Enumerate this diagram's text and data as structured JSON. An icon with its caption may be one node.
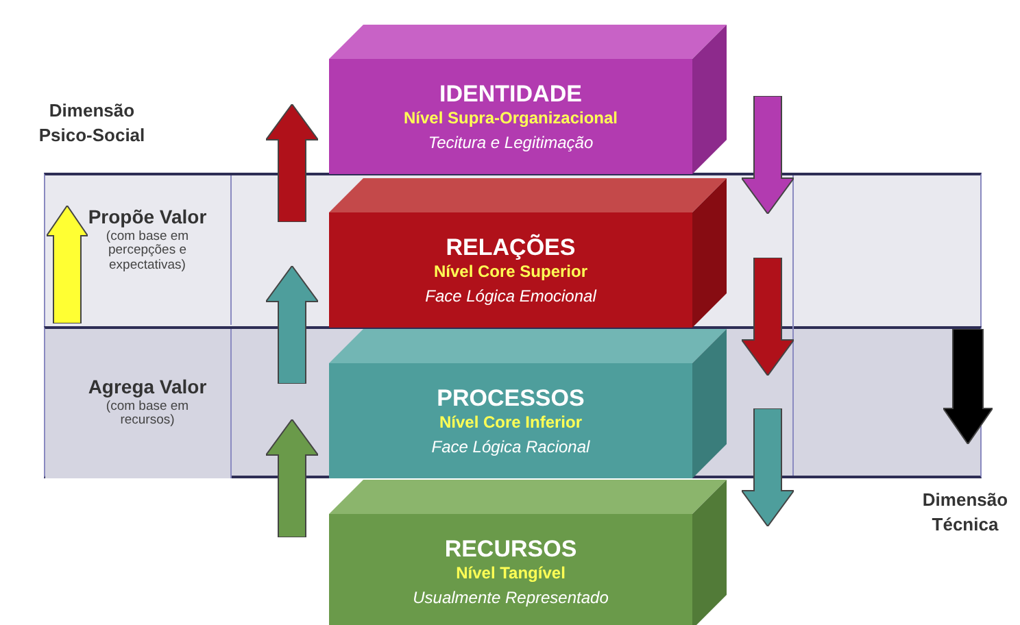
{
  "diagram": {
    "nodes": [
      {
        "text": [
          "IDENTIDADE",
          "Nível Supra-Organizacional",
          "Tecitura e Legitimação"
        ]
      },
      {
        "text": [
          "RELAÇÕES",
          "Nível Core Superior",
          "Face Lógica Emocional"
        ]
      },
      {
        "text": [
          "PROCESSOS",
          "Nível Core Inferior",
          "Face Lógica Racional"
        ]
      },
      {
        "text": [
          "RECURSOS",
          "Nível Tangível",
          "Usualmente Representado"
        ]
      },
      {
        "text": [
          "Propõe Valor",
          "(com base em percepções e expectativas)"
        ]
      },
      {
        "text": [
          "Agrega Valor",
          "(com base em recursos)"
        ]
      }
    ],
    "edges": [
      {
        "from": 1,
        "to": 0,
        "arrow": "to",
        "color": "#b0111a"
      },
      {
        "from": 2,
        "to": 1,
        "arrow": "to",
        "color": "#4e9e9c"
      },
      {
        "from": 3,
        "to": 2,
        "arrow": "to",
        "color": "#6a9a4a"
      },
      {
        "from": 0,
        "to": 1,
        "arrow": "to",
        "color": "#b23bb0"
      },
      {
        "from": 1,
        "to": 2,
        "arrow": "to",
        "color": "#b0111a"
      },
      {
        "from": 2,
        "to": 3,
        "arrow": "to",
        "color": "#4e9e9c"
      }
    ],
    "labels": [
      "Dimensão Psico-Social",
      "Dimensão Técnica"
    ]
  }
}
